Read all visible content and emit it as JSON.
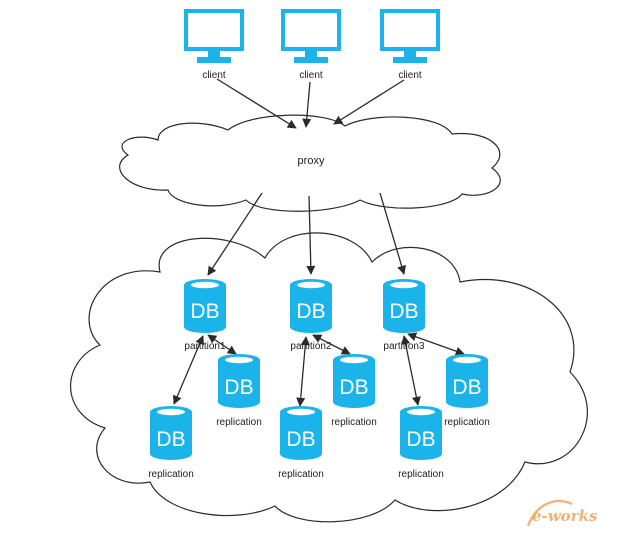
{
  "clients": [
    {
      "label": "client"
    },
    {
      "label": "client"
    },
    {
      "label": "client"
    }
  ],
  "proxy": {
    "label": "proxy"
  },
  "partitions": [
    {
      "db_text": "DB",
      "label": "partition1"
    },
    {
      "db_text": "DB",
      "label": "partition2"
    },
    {
      "db_text": "DB",
      "label": "partition3"
    }
  ],
  "replications": [
    {
      "db_text": "DB",
      "label": "replication"
    },
    {
      "db_text": "DB",
      "label": "replication"
    },
    {
      "db_text": "DB",
      "label": "replication"
    },
    {
      "db_text": "DB",
      "label": "replication"
    },
    {
      "db_text": "DB",
      "label": "replication"
    },
    {
      "db_text": "DB",
      "label": "replication"
    }
  ],
  "watermark": {
    "text": "e-works"
  },
  "colors": {
    "accent": "#1bb4ea",
    "line": "#2b2b2b",
    "watermark": "#f0a35a"
  }
}
